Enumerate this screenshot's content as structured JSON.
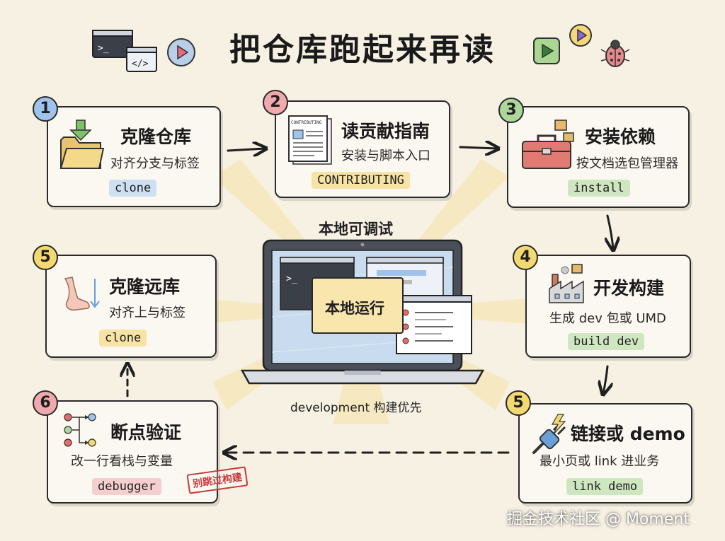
{
  "title": "把仓库跑起来再读",
  "center": {
    "label": "本地可调试",
    "screen_label": "本地运行",
    "caption": "development 构建优先"
  },
  "steps": [
    {
      "number": "1",
      "title": "克隆仓库",
      "subtitle": "对齐分支与标签",
      "tag": "clone"
    },
    {
      "number": "2",
      "title": "读贡献指南",
      "subtitle": "安装与脚本入口",
      "tag": "CONTRIBUTING",
      "doc_text": "CONTRIBUTING"
    },
    {
      "number": "3",
      "title": "安装依赖",
      "subtitle": "按文档选包管理器",
      "tag": "install"
    },
    {
      "number": "4",
      "title": "开发构建",
      "subtitle": "生成 dev 包或 UMD",
      "tag": "build dev"
    },
    {
      "number": "5",
      "title": "链接或 demo",
      "subtitle": "最小页或 link 进业务",
      "tag": "link demo"
    },
    {
      "number": "6",
      "title": "断点验证",
      "subtitle": "改一行看栈与变量",
      "tag": "debugger"
    },
    {
      "number": "5",
      "title": "克隆远库",
      "subtitle": "对齐上与标签",
      "tag": "clone"
    }
  ],
  "stamp": "别跳过构建",
  "watermark": "掘金技术社区 @ Moment",
  "colors": {
    "background": "#f7f1e4",
    "blue": "#9fc3ea",
    "pink": "#f2a9ae",
    "green": "#aed79a",
    "yellow": "#f4d871",
    "stamp": "#c9383a"
  },
  "icons": [
    "terminal-icon",
    "code-icon",
    "play-icon",
    "bug-icon",
    "folder-download-icon",
    "document-icon",
    "toolbox-icon",
    "factory-icon",
    "plug-icon",
    "flow-icon",
    "foot-icon"
  ]
}
